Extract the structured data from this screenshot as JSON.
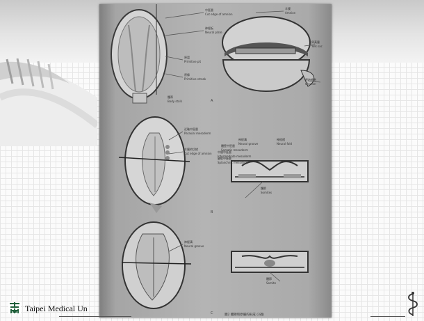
{
  "slide": {
    "footer_text": "Taipei Medical Un",
    "logo_icon": "tmu-logo-icon",
    "corner_icon": "caduceus-icon"
  },
  "figure": {
    "caption": "圖2  體節和原腸的形成 (3週)",
    "labels": [
      {
        "zh": "中胚層",
        "en": "Cut edge of amnion"
      },
      {
        "zh": "神經板",
        "en": "Neural plate"
      },
      {
        "zh": "原窩",
        "en": "Primitive pit"
      },
      {
        "zh": "原條",
        "en": "Primitive streak"
      },
      {
        "zh": "體蒂",
        "en": "Body stalk"
      },
      {
        "zh": "羊膜",
        "en": "Amnion"
      },
      {
        "zh": "卵黃囊",
        "en": "Yolk sac"
      },
      {
        "zh": "原始細胞",
        "en": "Chorion"
      },
      {
        "zh": "近軸中胚層",
        "en": "Paraxial mesoderm"
      },
      {
        "zh": "羊膜的切緣",
        "en": "Cut edge of amnion"
      },
      {
        "zh": "神經溝",
        "en": "Neural groove"
      },
      {
        "zh": "神經褶",
        "en": "Neural fold"
      },
      {
        "zh": "體壁中胚層",
        "en": "Somatic mesoderm"
      },
      {
        "zh": "中間中胚層",
        "en": "Intermediate mesoderm"
      },
      {
        "zh": "臟壁中胚層",
        "en": "Splanchnic mesoderm"
      },
      {
        "zh": "體節",
        "en": "Somites"
      },
      {
        "zh": "神經溝",
        "en": "Neural groove"
      },
      {
        "zh": "體節",
        "en": "Somite"
      }
    ],
    "panel_letters": [
      "A",
      "B",
      "C"
    ]
  }
}
